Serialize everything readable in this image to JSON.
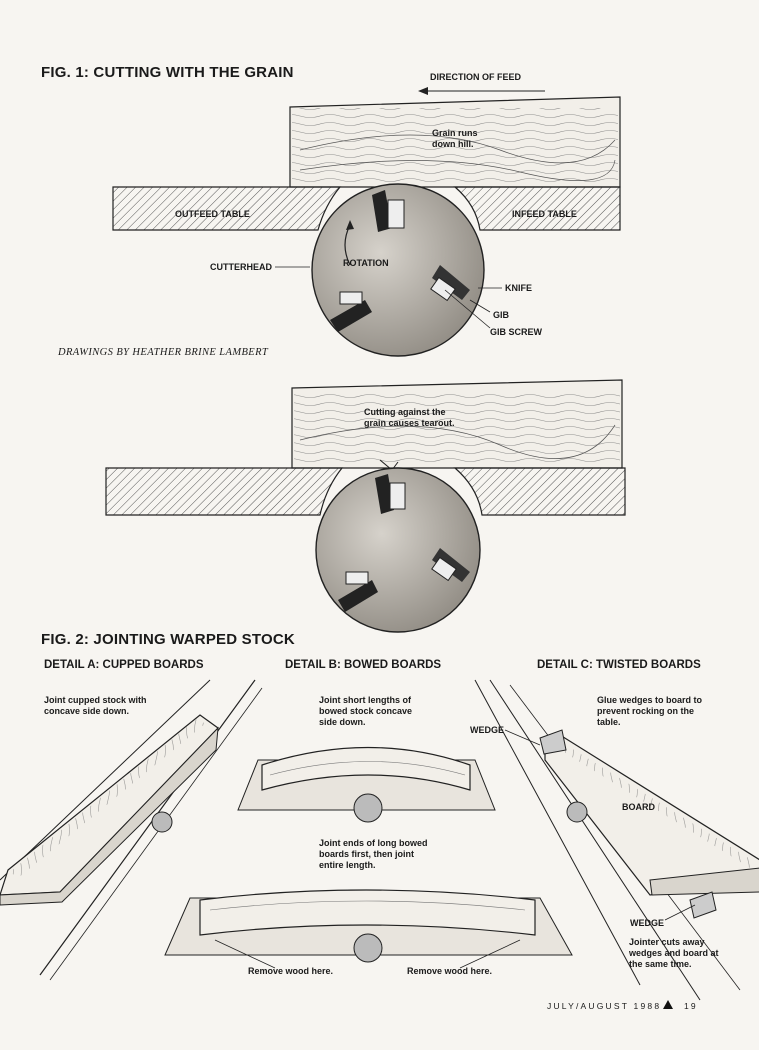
{
  "fig1": {
    "title": "FIG. 1: CUTTING WITH THE GRAIN",
    "direction_of_feed": "DIRECTION OF FEED",
    "grain_note": "Grain runs down hill.",
    "outfeed_table": "OUTFEED TABLE",
    "infeed_table": "INFEED TABLE",
    "cutterhead": "CUTTERHEAD",
    "rotation": "ROTATION",
    "knife": "KNIFE",
    "gib": "GIB",
    "gib_screw": "GIB SCREW"
  },
  "credit": "DRAWINGS BY HEATHER BRINE LAMBERT",
  "fig1b": {
    "tearout_note": "Cutting against the grain causes tearout."
  },
  "fig2": {
    "title": "FIG. 2: JOINTING WARPED STOCK",
    "detail_a": {
      "title": "DETAIL A: CUPPED BOARDS",
      "note": "Joint cupped stock with concave side down."
    },
    "detail_b": {
      "title": "DETAIL B: BOWED BOARDS",
      "note_short": "Joint short lengths of bowed stock concave side down.",
      "note_long": "Joint ends of long bowed boards first, then joint entire length.",
      "remove_left": "Remove wood here.",
      "remove_right": "Remove wood here."
    },
    "detail_c": {
      "title": "DETAIL C: TWISTED BOARDS",
      "note": "Glue wedges to board to prevent rocking on the table.",
      "wedge_top": "WEDGE",
      "board": "BOARD",
      "wedge_bottom": "WEDGE",
      "jointer_note": "Jointer cuts away wedges and board at the same time."
    }
  },
  "footer": {
    "issue": "JULY/AUGUST 1988",
    "page": "19"
  }
}
